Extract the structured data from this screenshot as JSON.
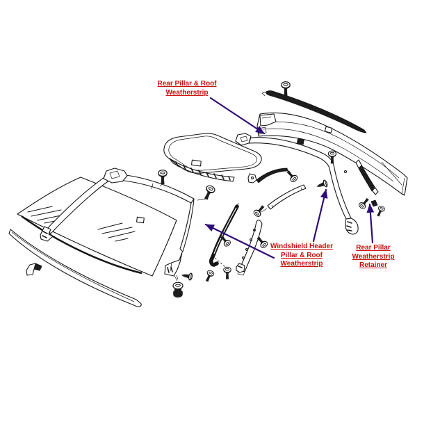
{
  "labels": {
    "rear_pillar_roof_weatherstrip": {
      "lines": [
        "Rear Pillar & Roof",
        "Weatherstrip"
      ]
    },
    "windshield_header_weatherstrip": {
      "lines": [
        "Windshield Header",
        "Pillar & Roof",
        "Weatherstrip"
      ]
    },
    "rear_pillar_retainer": {
      "lines": [
        "Rear Pillar",
        "Weatherstrip",
        "Retainer"
      ]
    }
  },
  "colors": {
    "label_red": "#c9100e",
    "arrow_purple": "#2e0c78",
    "drawing_ink": "#161616",
    "background": "#ffffff"
  }
}
